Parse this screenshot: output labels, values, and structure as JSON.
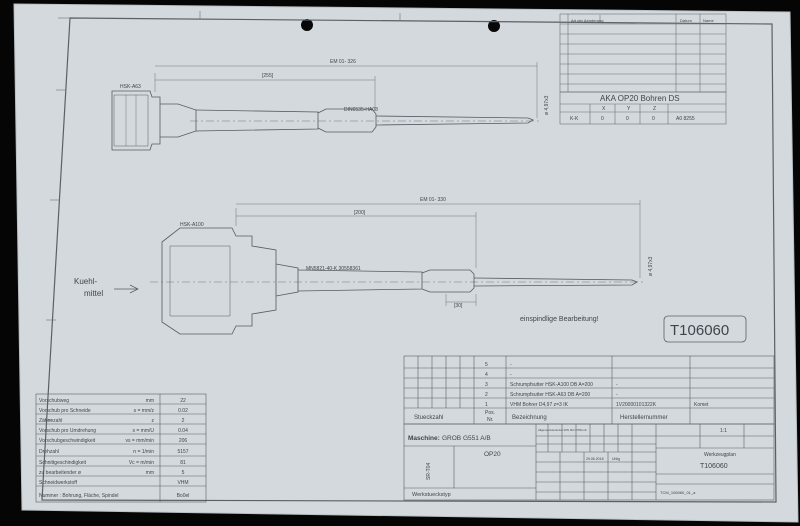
{
  "title_block": {
    "aka": "AKA OP20 Bohren DS",
    "axes": [
      "X",
      "Y",
      "Z"
    ],
    "row_label": "K-K",
    "values": [
      "0",
      "0",
      "0"
    ],
    "code": "A0 8255"
  },
  "revision_header": {
    "col1": "Art der Aenderung",
    "col2": "Datum",
    "col3": "Name"
  },
  "tool1": {
    "holder": "HSK-A63",
    "overall": "EM 01- 326",
    "bracket": "[255]",
    "spec": "DIN6535-HA08",
    "diameter": "ø 4,97x3"
  },
  "tool2": {
    "holder": "HSK-A100",
    "overall": "EM 01- 330",
    "bracket": "[200]",
    "spec": "MN5821-40-K 30558361",
    "diameter": "ø 4,97x3",
    "length": "[30]",
    "coolant": "Kuehl-\nmittel"
  },
  "note": "einspindlige Bearbeitung!",
  "tool_number": "T106060",
  "parts_list": {
    "rows": [
      {
        "pos": "5",
        "text": "-",
        "supplier": ""
      },
      {
        "pos": "4",
        "text": "-",
        "supplier": ""
      },
      {
        "pos": "3",
        "text": "Schrumpfsutter HSK-A100 DB A=200",
        "supplier": "-"
      },
      {
        "pos": "2",
        "text": "Schrumpfsutter HSK-A63 DB A=200",
        "supplier": "-"
      },
      {
        "pos": "1",
        "text": "VHM Bohrer D4,97 z=3 IK",
        "supplier": "1V20000101322K"
      }
    ],
    "supplier_end": "Komet",
    "header": {
      "qty": "Stueckzahl",
      "pos": "Pos.\nNr.",
      "desc": "Bezeichnung",
      "mfr": "Herstellernummer"
    }
  },
  "machine": {
    "label": "Maschine:",
    "value": "GROB G551 A/B",
    "op": "OP20",
    "side": "SR-T04",
    "workpiece": "Werkstueckstyp"
  },
  "drawing_meta": {
    "heading": "Allgemeintoleranzen DIN ISO 2768-mK",
    "dates": [
      "29.06.2018",
      "Uhlig"
    ],
    "plan": "Werkzeugplan",
    "plan_no": "T106060",
    "file": "TCM_106060_01_a",
    "scale": "1:1"
  },
  "cutting": {
    "rows": [
      {
        "label": "Vorschubweg",
        "unit": "mm",
        "value": "22"
      },
      {
        "label": "Vorschub pro Schneide",
        "unit": "s = mm/z",
        "value": "0.02"
      },
      {
        "label": "Zähnezahl",
        "unit": "z",
        "value": "2"
      },
      {
        "label": "Vorschub pro Umdrehung",
        "unit": "s = mm/U",
        "value": "0.04"
      },
      {
        "label": "Vorschubgeschwindigkeit",
        "unit": "vs = mm/min",
        "value": "206"
      },
      {
        "label": "Drehzahl",
        "unit": "n = 1/min",
        "value": "5157"
      },
      {
        "label": "Schnittgeschindigkeit",
        "unit": "Vc = m/min",
        "value": "81"
      },
      {
        "label": "zu bearbeitender ø",
        "unit": "mm",
        "value": "5"
      },
      {
        "label": "Schneidwerkstoff",
        "unit": "",
        "value": "VHM"
      },
      {
        "label": "Nummer : Bohrung, Fläche, Spindel",
        "unit": "",
        "value": "Bo0el"
      }
    ]
  },
  "colors": {
    "paper": "#d3d8dc",
    "frame": "#5a6066",
    "background": "#050505"
  }
}
